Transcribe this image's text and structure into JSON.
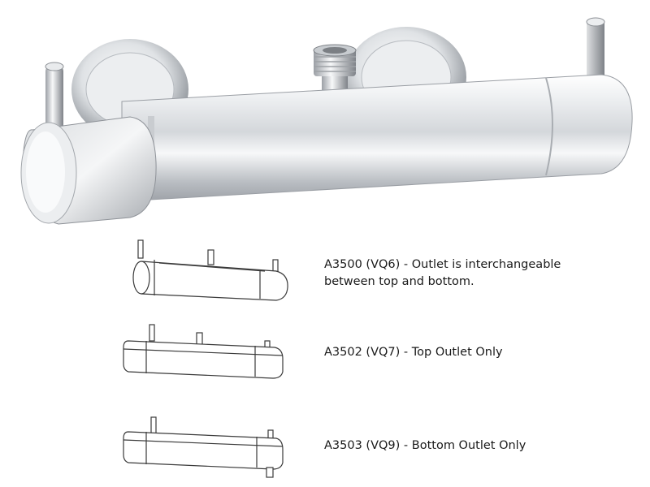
{
  "product": {
    "image_subject": "thermostatic-bar-shower-valve",
    "finish_colors": {
      "chrome_light": "#f4f5f6",
      "chrome_mid": "#c9ccd0",
      "chrome_dark": "#6e7278",
      "outline": "#3a3a3a"
    }
  },
  "variants": [
    {
      "line1": "A3500 (VQ6) - Outlet is interchangeable",
      "line2": "between top and bottom."
    },
    {
      "line1": "A3502 (VQ7) - Top Outlet Only",
      "line2": ""
    },
    {
      "line1": "A3503 (VQ9) - Bottom Outlet Only",
      "line2": ""
    }
  ]
}
